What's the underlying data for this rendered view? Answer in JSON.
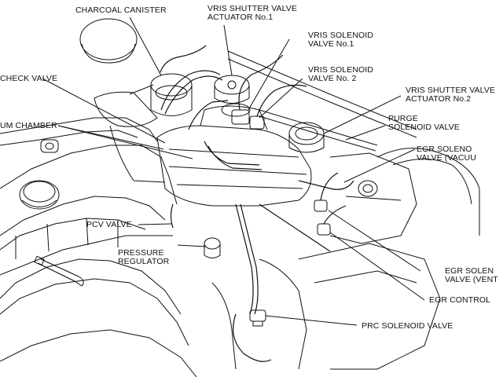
{
  "labels": {
    "charcoal_canister": "CHARCOAL CANISTER",
    "vris_shutter_1_line1": "VRIS SHUTTER VALVE",
    "vris_shutter_1_line2": "ACTUATOR No.1",
    "vris_solenoid_1_line1": "VRIS SOLENOID",
    "vris_solenoid_1_line2": "VALVE No.1",
    "vris_solenoid_2_line1": "VRIS SOLENOID",
    "vris_solenoid_2_line2": "VALVE  No. 2",
    "vris_shutter_2_line1": "VRIS SHUTTER VALVE",
    "vris_shutter_2_line2": "ACTUATOR No.2",
    "purge_line1": "PURGE",
    "purge_line2": "SOLENOID VALVE",
    "check_valve": "CHECK VALVE",
    "vacuum_chamber": "UM CHAMBER",
    "egr_vacuum_line1": "EGR  SOLENO",
    "egr_vacuum_line2": "VALVE (VACUU",
    "pcv_valve": "PCV VALVE",
    "pressure_line1": "PRESSURE",
    "pressure_line2": "REGULATOR",
    "egr_vent_line1": "EGR  SOLEN",
    "egr_vent_line2": "VALVE (VENT",
    "egr_control": "EGR CONTROL",
    "prc_solenoid": "PRC SOLENOID VALVE"
  }
}
